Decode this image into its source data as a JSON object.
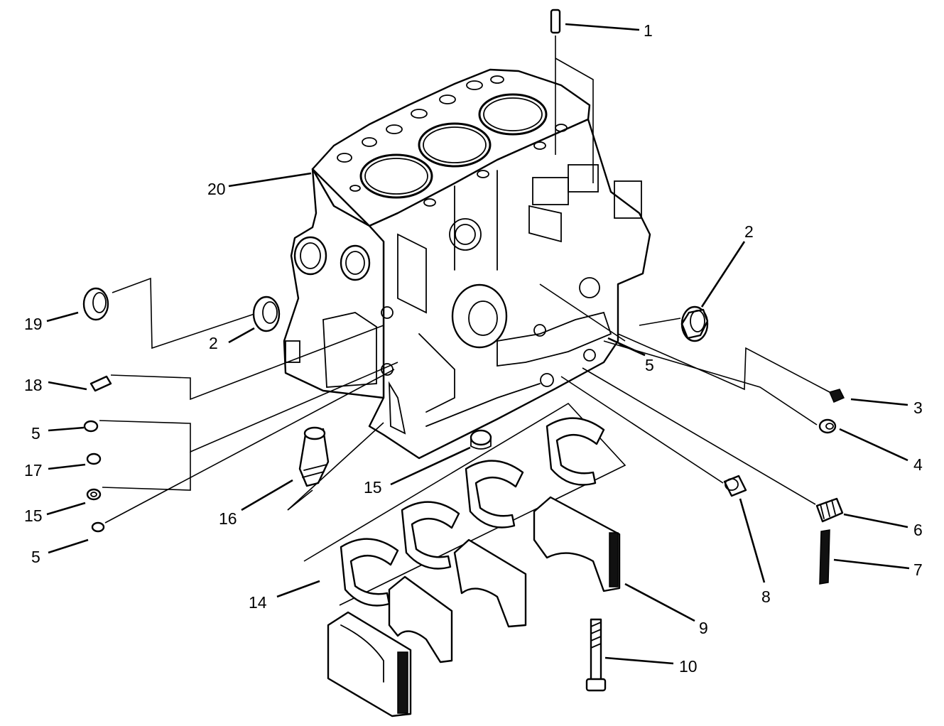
{
  "callouts": [
    "1",
    "2",
    "2",
    "3",
    "4",
    "5",
    "5",
    "5",
    "6",
    "7",
    "8",
    "9",
    "10",
    "14",
    "15",
    "15",
    "16",
    "17",
    "18",
    "19",
    "20"
  ],
  "colors": {
    "ink": "#000000",
    "paper": "#ffffff"
  }
}
